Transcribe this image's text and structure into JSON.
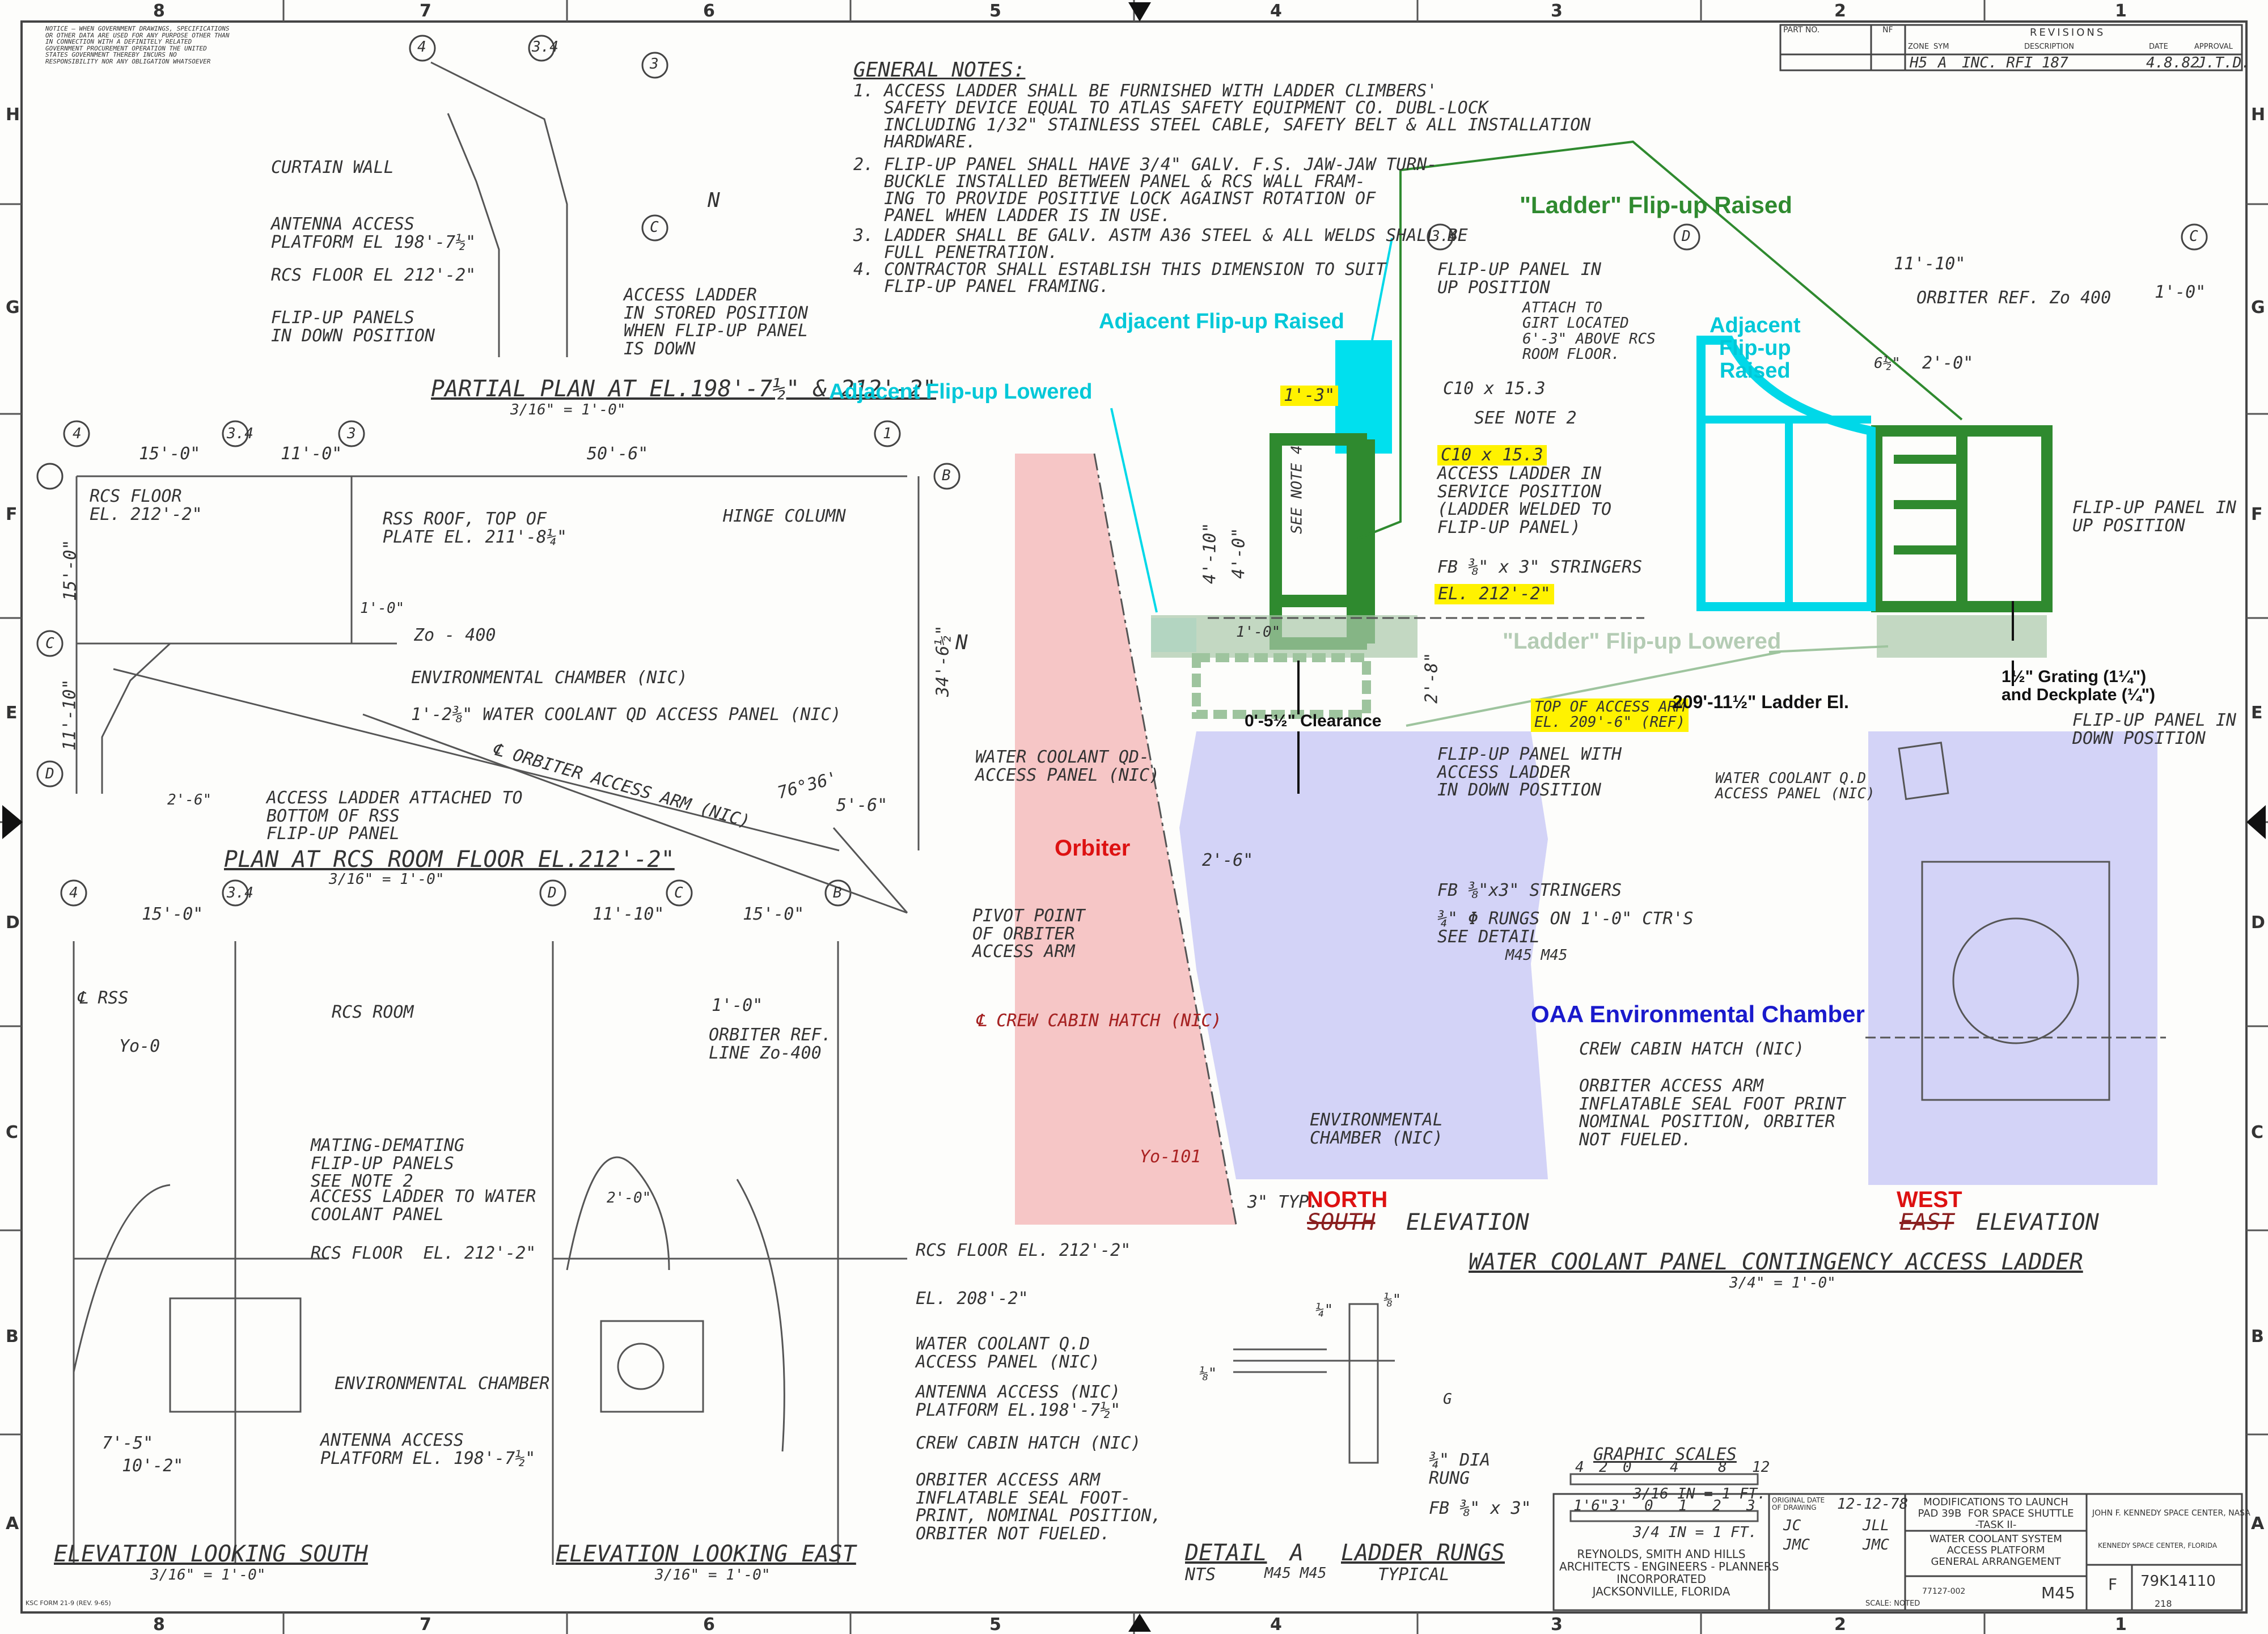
{
  "zones": {
    "columns": [
      "8",
      "7",
      "6",
      "5",
      "4",
      "3",
      "2",
      "1"
    ],
    "rows": [
      "H",
      "G",
      "F",
      "E",
      "D",
      "C",
      "B",
      "A"
    ]
  },
  "general_notes": {
    "title": "GENERAL NOTES:",
    "lines": [
      "1. ACCESS LADDER SHALL BE FURNISHED WITH LADDER CLIMBERS'",
      "   SAFETY DEVICE EQUAL TO ATLAS SAFETY EQUIPMENT CO. DUBL-LOCK",
      "   INCLUDING 1/32\" STAINLESS STEEL CABLE, SAFETY BELT & ALL INSTALLATION",
      "   HARDWARE.",
      "2. FLIP-UP PANEL SHALL HAVE 3/4\" GALV. F.S. JAW-JAW TURN-",
      "   BUCKLE INSTALLED BETWEEN PANEL & RCS WALL FRAM-",
      "   ING TO PROVIDE POSITIVE LOCK AGAINST ROTATION OF",
      "   PANEL WHEN LADDER IS IN USE.",
      "3. LADDER SHALL BE GALV. ASTM A36 STEEL & ALL WELDS SHALL BE",
      "   FULL PENETRATION.",
      "4. CONTRACTOR SHALL ESTABLISH THIS DIMENSION TO SUIT",
      "   FLIP-UP PANEL FRAMING."
    ]
  },
  "partial_plan": {
    "labels": {
      "curtain_wall": "CURTAIN WALL",
      "antenna": "ANTENNA ACCESS\nPLATFORM EL 198'-7½\"",
      "rcs_floor": "RCS FLOOR EL 212'-2\"",
      "flip_up": "FLIP-UP PANELS\nIN DOWN POSITION",
      "access_ladder": "ACCESS LADDER\nIN STORED POSITION\nWHEN FLIP-UP PANEL\nIS DOWN",
      "n": "N"
    },
    "grid": [
      "4",
      "3.4",
      "3",
      "C"
    ],
    "title": "PARTIAL PLAN AT EL.198'-7½\" & 212'-2\"",
    "scale": "3/16\" = 1'-0\""
  },
  "plan_rcs": {
    "grid": [
      "4",
      "3.4",
      "3",
      "1",
      "B",
      "C",
      "D"
    ],
    "dims": {
      "d1": "15'-0\"",
      "d2": "11'-0\"",
      "d3": "50'-6\"",
      "d4": "15'-0\"",
      "d5": "11'-10\"",
      "d6": "34'-6½\"",
      "d7": "5'-6\"",
      "d8": "1'-0\"",
      "d9": "2'-6\"",
      "angle": "76°36'"
    },
    "labels": {
      "rcs_floor": "RCS FLOOR\nEL. 212'-2\"",
      "rss_roof": "RSS ROOF, TOP OF\nPLATE EL. 211'-8¼\"",
      "hinge": "HINGE COLUMN",
      "zo": "Zo - 400",
      "env": "ENVIRONMENTAL CHAMBER (NIC)",
      "wc": "1'-2⅜\" WATER COOLANT QD ACCESS PANEL (NIC)",
      "ladder": "ACCESS LADDER ATTACHED TO\nBOTTOM OF RSS\nFLIP-UP PANEL",
      "arm": "℄ ORBITER ACCESS ARM (NIC)",
      "n": "N"
    },
    "title": "PLAN AT RCS ROOM FLOOR EL.212'-2\"",
    "scale": "3/16\" = 1'-0\""
  },
  "elev_south": {
    "grid": [
      "4",
      "3.4"
    ],
    "dims": {
      "d1": "15'-0\"",
      "d2": "7'-5\"",
      "d3": "10'-2\""
    },
    "labels": {
      "rss": "℄ RSS",
      "yo": "Yo-0",
      "rcs_room": "RCS ROOM",
      "mating": "MATING-DEMATING\nFLIP-UP PANELS\nSEE NOTE 2",
      "ladder": "ACCESS LADDER TO WATER\nCOOLANT PANEL",
      "rcs_floor": "RCS FLOOR  EL. 212'-2\"",
      "env": "ENVIRONMENTAL CHAMBER",
      "antenna": "ANTENNA ACCESS\nPLATFORM EL. 198'-7½\""
    },
    "title": "ELEVATION LOOKING SOUTH",
    "scale": "3/16\" = 1'-0\""
  },
  "elev_east": {
    "grid": [
      "D",
      "C",
      "B"
    ],
    "dims": {
      "d1": "11'-10\"",
      "d2": "15'-0\"",
      "d3": "2'-0\""
    },
    "labels": {
      "pivot": "PIVOT POINT\nOF ORBITER\nACCESS ARM",
      "one_ft": "1'-0\"",
      "orbiter_ref": "ORBITER REF.\nLINE Zo-400",
      "crew": "℄ CREW CABIN HATCH (NIC)",
      "rcs_floor": "RCS FLOOR EL. 212'-2\"",
      "el208": "EL. 208'-2\"",
      "wc": "WATER COOLANT Q.D\nACCESS PANEL (NIC)",
      "antenna": "ANTENNA ACCESS (NIC)\nPLATFORM EL.198'-7½\"",
      "crew2": "CREW CABIN HATCH (NIC)",
      "seal": "ORBITER ACCESS ARM\nINFLATABLE SEAL FOOT-\nPRINT, NOMINAL POSITION,\nORBITER NOT FUELED."
    },
    "title": "ELEVATION LOOKING EAST",
    "scale": "3/16\" = 1'-0\""
  },
  "north_elev": {
    "grid": [
      "3.4",
      "D",
      "C"
    ],
    "dims": {
      "d1": "1'-3\"",
      "d2": "4'-10\"",
      "d3": "4'-0\"",
      "d4": "2'-8\"",
      "d5": "2'-6\"",
      "d6": "1'-0\"",
      "d7": "3\" TYP.",
      "d8": "11'-10\"",
      "d9": "1'-0\"",
      "d10": "6½\"",
      "d11": "2'-0\""
    },
    "labels": {
      "flip_up": "FLIP-UP PANEL IN\nUP POSITION",
      "attach": "ATTACH TO\nGIRT LOCATED\n6'-3\" ABOVE RCS\nROOM FLOOR.",
      "c10a": "C10 x 15.3",
      "c10b": "C10 x 15.3",
      "note2": "SEE NOTE 2",
      "ladder_service": "ACCESS LADDER IN\nSERVICE POSITION\n(LADDER WELDED TO\nFLIP-UP PANEL)",
      "fb": "FB ⅜\" x 3\" STRINGERS",
      "el212": "EL. 212'-2\"",
      "toparm": "TOP OF ACCESS ARM\nEL. 209'-6\" (REF)",
      "flip_down": "FLIP-UP PANEL WITH\nACCESS LADDER\nIN DOWN POSITION",
      "wc": "WATER COOLANT QD-\nACCESS PANEL (NIC)",
      "fb2": "FB ⅜\"x3\" STRINGERS",
      "rungs": "¾\" Φ RUNGS ON 1'-0\" CTR'S\nSEE DETAIL",
      "crew": "℄ CREW CABIN HATCH (NIC)",
      "env": "ENVIRONMENTAL\nCHAMBER (NIC)",
      "yo": "Yo-101",
      "see_note4": "SEE NOTE 4",
      "orbiter_ref": "ORBITER REF. Zo 400",
      "flip_up_r": "FLIP-UP PANEL IN\nUP POSITION",
      "flip_down_r": "FLIP-UP PANEL IN\nDOWN POSITION",
      "wc_r": "WATER COOLANT Q.D\nACCESS PANEL (NIC)",
      "crew_r": "CREW CABIN HATCH (NIC)",
      "seal_r": "ORBITER ACCESS ARM\nINFLATABLE SEAL FOOT PRINT\nNOMINAL POSITION, ORBITER\nNOT FUELED.",
      "detail_ref": "M45 M45"
    },
    "north": "NORTH",
    "south": "SOUTH",
    "elevation": "ELEVATION",
    "west": "WEST",
    "east": "EAST",
    "main_title": "WATER COOLANT PANEL CONTINGENCY ACCESS LADDER",
    "main_scale": "3/4\" = 1'-0\""
  },
  "annotations": {
    "ladder_raised": "\"Ladder\" Flip-up Raised",
    "adj_raised_l": "Adjacent Flip-up Raised",
    "adj_lowered": "Adjacent Flip-up Lowered",
    "adj_raised_r": "Adjacent\nFlip-up\nRaised",
    "ladder_lowered": "\"Ladder\" Flip-up Lowered",
    "clearance": "0'-5½\" Clearance",
    "ladder_el": "209'-11½\" Ladder El.",
    "grating": "1½\" Grating (1¼\")\nand Deckplate (¼\")",
    "orbiter": "Orbiter",
    "oaa": "OAA Environmental Chamber",
    "colors": {
      "green": "#2f8a2f",
      "cyan": "#00d8e8",
      "pink": "#f6c6c6",
      "lavender": "#d3d3f7",
      "red": "#dd1111",
      "blue": "#1a1acc"
    }
  },
  "detail": {
    "dims": {
      "d1": "¼\"",
      "d2": "⅛\"",
      "d3": "⅛\"",
      "g": "G"
    },
    "labels": {
      "rung": "¾\" DIA\nRUNG",
      "fb": "FB ⅜\" x 3\""
    },
    "title": "DETAIL",
    "letter": "A",
    "sub": "LADDER RUNGS",
    "nts": "NTS",
    "refs": "M45 M45",
    "typical": "TYPICAL"
  },
  "graphic_scales": {
    "title": "GRAPHIC SCALES",
    "top_ticks": [
      "4",
      "2",
      "0",
      "4",
      "8",
      "12"
    ],
    "top_label": "3/16 IN = 1 FT.",
    "bot_ticks": [
      "1'6\"",
      "3'",
      "0",
      "1",
      "2",
      "3"
    ],
    "bot_label": "3/4 IN = 1 FT."
  },
  "revisions": {
    "header": "REVISIONS",
    "cols": [
      "ZONE",
      "SYM",
      "DESCRIPTION",
      "DATE",
      "APPROVAL"
    ],
    "partno": "PART NO.",
    "nf": "NF",
    "row": [
      "H5",
      "A",
      "INC. RFI 187",
      "4.8.82",
      "J.T.D."
    ]
  },
  "title_block": {
    "firm": "REYNOLDS, SMITH AND HILLS\nARCHITECTS - ENGINEERS - PLANNERS\nINCORPORATED\nJACKSONVILLE, FLORIDA",
    "original_date_label": "ORIGINAL DATE\nOF DRAWING",
    "original_date": "12-12-78",
    "drafted": "JC",
    "checked": "JLL",
    "designed": "JMC",
    "checked2": "JMC",
    "modifications": "MODIFICATIONS TO LAUNCH\nPAD 39B  FOR SPACE SHUTTLE\n-TASK II-",
    "system": "WATER COOLANT SYSTEM\nACCESS PLATFORM\nGENERAL ARRANGEMENT",
    "agency": "JOHN F. KENNEDY SPACE CENTER, NASA",
    "agency2": "KENNEDY SPACE CENTER, FLORIDA",
    "size": "F",
    "drawing_no": "79K14110",
    "sheet_code": "M45",
    "contract": "77127-002",
    "scale_note": "SCALE: NOTED",
    "sheet": "218"
  },
  "form_no": "KSC FORM 21-9 (REV. 9-65)",
  "fine_print": "NOTICE — WHEN GOVERNMENT DRAWINGS, SPECIFICATIONS OR OTHER DATA ARE USED FOR ANY PURPOSE OTHER THAN IN CONNECTION WITH A DEFINITELY RELATED GOVERNMENT PROCUREMENT OPERATION THE UNITED STATES GOVERNMENT THEREBY INCURS NO RESPONSIBILITY NOR ANY OBLIGATION WHATSOEVER"
}
